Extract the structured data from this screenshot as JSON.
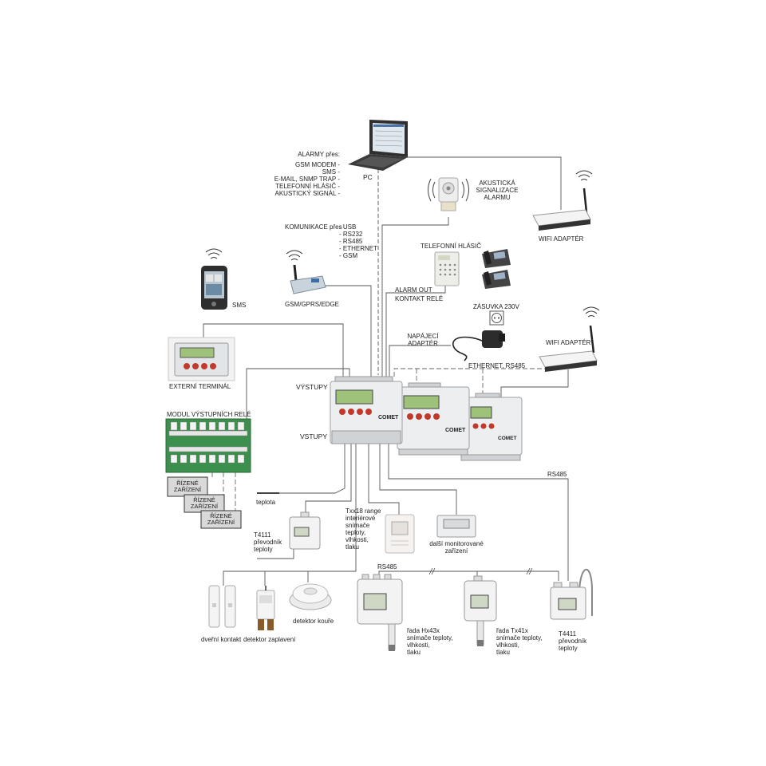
{
  "labels": {
    "pc": "PC",
    "alarms_title": "ALARMY přes:",
    "alarms": [
      "GSM MODEM -",
      "SMS -",
      "E-MAIL, SNMP TRAP -",
      "TELEFONNÍ HLÁSIČ -",
      "AKUSTICKÝ SIGNÁL -"
    ],
    "acoustic": [
      "AKUSTICKÁ",
      "SIGNALIZACE",
      "ALARMU"
    ],
    "wifi_adapter_top": "WIFI ADAPTÉR",
    "comm_title": "KOMUNIKACE přes",
    "comm": [
      "- USB",
      "- RS232",
      "- RS485",
      "- ETHERNET",
      "- GSM"
    ],
    "gsm": "GSM/GPRS/EDGE",
    "sms": "SMS",
    "phone_dialer": "TELEFONNÍ HLÁSIČ",
    "alarm_out": "ALARM OUT",
    "relay_contact": "KONTAKT RELÉ",
    "socket": "ZÁSUVKA 230V",
    "power_adapter": [
      "NAPÁJECÍ",
      "ADAPTÉR"
    ],
    "wifi_adapter_right": "WIFI ADAPTÉR",
    "ethernet_rs485": "ETHERNET, RS485",
    "ext_terminal": "EXTERNÍ TERMINÁL",
    "outputs": "VÝSTUPY",
    "inputs": "VSTUPY",
    "relay_module": "MODUL VÝSTUPNÍCH RELÉ",
    "controlled_device": [
      "ŘÍZENÉ",
      "ZAŘÍZENÍ"
    ],
    "rs485_right": "RS485",
    "temperature": "teplota",
    "t4111": [
      "T4111",
      "převodník",
      "teploty"
    ],
    "txx18": [
      "Txx18 range",
      "interiérové",
      "snímače",
      "teploty,",
      "vlhkosti,",
      "tlaku"
    ],
    "other_devices": [
      "další monitorované",
      "zařízení"
    ],
    "rs485_bottom": "RS485",
    "door_contact": "dveřní kontakt",
    "flood_detector": "detektor zaplavení",
    "smoke_detector": "detektor kouře",
    "hx43x": [
      "řada Hx43x",
      "snímače teploty,",
      "vlhkosti,",
      "tlaku"
    ],
    "tx41x": [
      "řada Tx41x",
      "snímače teploty,",
      "vlhkosti,",
      "tlaku"
    ],
    "t4411": [
      "T4411",
      "převodník",
      "teploty"
    ],
    "comet_logo": "COMET"
  },
  "colors": {
    "line": "#555555",
    "dashed": "#666666",
    "device_body": "#eceeef",
    "device_edge": "#9aa0a6",
    "lcd": "#9ec27a",
    "button_red": "#c0392b",
    "pcb_green": "#3c8f4d",
    "laptop_dark": "#2f2f2f"
  }
}
